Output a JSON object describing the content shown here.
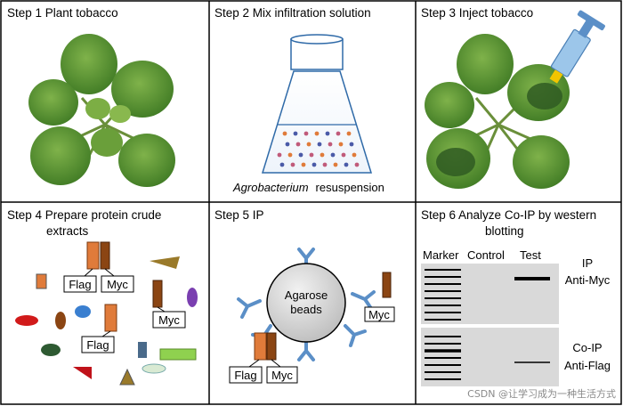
{
  "steps": [
    {
      "title": "Step 1 Plant tobacco"
    },
    {
      "title": "Step 2 Mix infiltration solution",
      "caption_italic": "Agrobacterium",
      "caption_rest": "resuspension"
    },
    {
      "title": "Step 3 Inject tobacco"
    },
    {
      "title_line1": "Step 4 Prepare protein crude",
      "title_line2": "extracts",
      "tags": {
        "flag": "Flag",
        "myc": "Myc"
      }
    },
    {
      "title": "Step 5 IP",
      "bead_line1": "Agarose",
      "bead_line2": "beads",
      "tags": {
        "flag": "Flag",
        "myc": "Myc"
      }
    },
    {
      "title_line1": "Step 6 Analyze  Co-IP by western",
      "title_line2": "blotting",
      "columns": [
        "Marker",
        "Control",
        "Test"
      ],
      "panel1": {
        "line1": "IP",
        "line2": "Anti-Myc"
      },
      "panel2": {
        "line1": "Co-IP",
        "line2": "Anti-Flag"
      }
    }
  ],
  "watermark": "CSDN @让学习成为一种生活方式",
  "colors": {
    "flag_tag": "#e07b3a",
    "myc_tag": "#8b4513",
    "antibody": "#5b8fc7",
    "leaf": "#4e8a2e",
    "gel": "#d9d9d9"
  }
}
